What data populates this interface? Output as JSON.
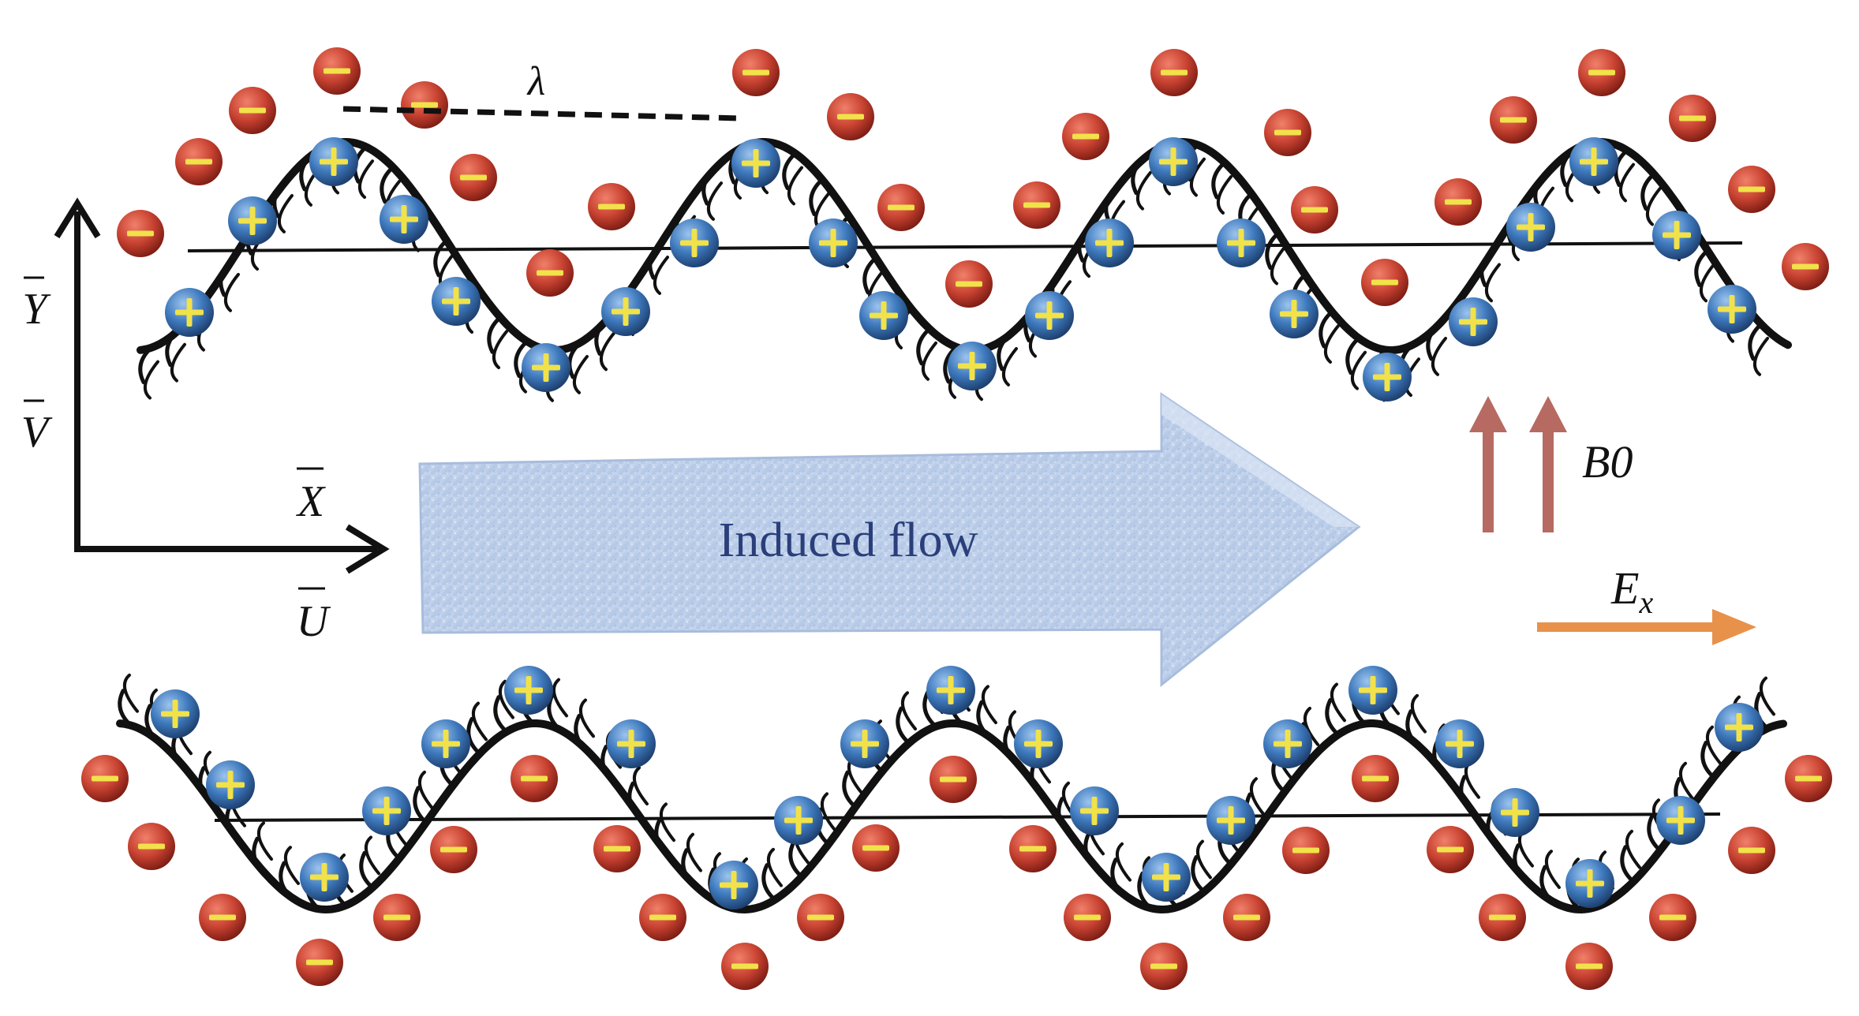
{
  "labels": {
    "wavelength": "λ",
    "y_axis": "Y",
    "v_axis": "V",
    "x_axis": "X",
    "u_axis": "U",
    "flow": "Induced flow",
    "magnetic_field": "B0",
    "electric_field": "Ex"
  },
  "colors": {
    "wall": "#111111",
    "negative_ion": "#c0392b",
    "negative_sign": "#f1e24a",
    "positive_ion": "#3d7cc0",
    "positive_sign": "#f1e24a",
    "flow_arrow": "#b9cbe6",
    "flow_text": "#2a3f7a",
    "b_arrow": "#b76a62",
    "e_arrow": "#e8914a"
  },
  "icons": {
    "negative_ion": "minus-sign-circle",
    "positive_ion": "plus-sign-circle"
  }
}
